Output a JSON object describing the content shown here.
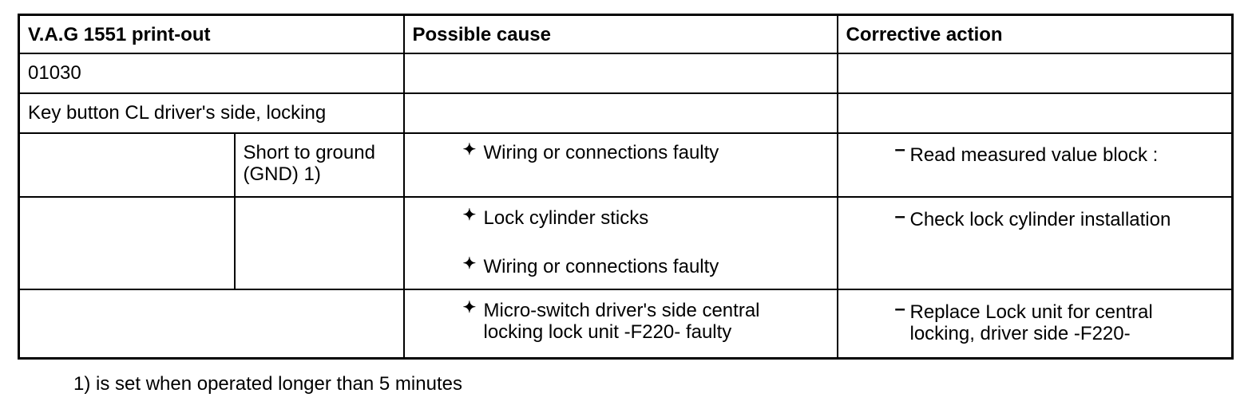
{
  "table": {
    "headers": {
      "printout": "V.A.G 1551 print-out",
      "cause": "Possible cause",
      "action": "Corrective action"
    },
    "fault_code": "01030",
    "component": "Key button CL driver's side, locking",
    "rows": [
      {
        "fault_type": "Short to ground (GND) 1)",
        "causes": [
          "Wiring or connections faulty"
        ],
        "actions": [
          "Read measured value block :"
        ]
      },
      {
        "fault_type": "",
        "causes": [
          "Lock cylinder sticks",
          "Wiring or connections faulty"
        ],
        "actions": [
          "Check lock cylinder installation"
        ]
      },
      {
        "fault_type": "",
        "causes": [
          "Micro-switch driver's side central locking lock unit -F220- faulty"
        ],
        "actions": [
          "Replace Lock unit for central locking, driver side -F220-"
        ]
      }
    ]
  },
  "bullet_glyph": "✦",
  "dash_glyph": "–",
  "footnote": "1) is set when operated longer than 5 minutes"
}
